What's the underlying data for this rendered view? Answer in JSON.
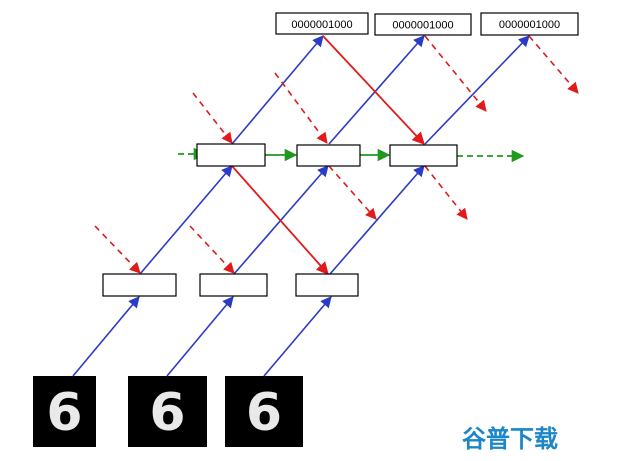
{
  "outputs": [
    {
      "text": "0000001000"
    },
    {
      "text": "0000001000"
    },
    {
      "text": "0000001000"
    }
  ],
  "inputs": [
    {
      "digit": "6"
    },
    {
      "digit": "6"
    },
    {
      "digit": "6"
    }
  ],
  "watermark": {
    "text": "谷普下载"
  },
  "colors": {
    "forward": "#2b3bc7",
    "backward": "#e01b1b",
    "recurrent": "#1f9a1f",
    "cell_border": "#000000",
    "watermark": "#1b87c9"
  }
}
